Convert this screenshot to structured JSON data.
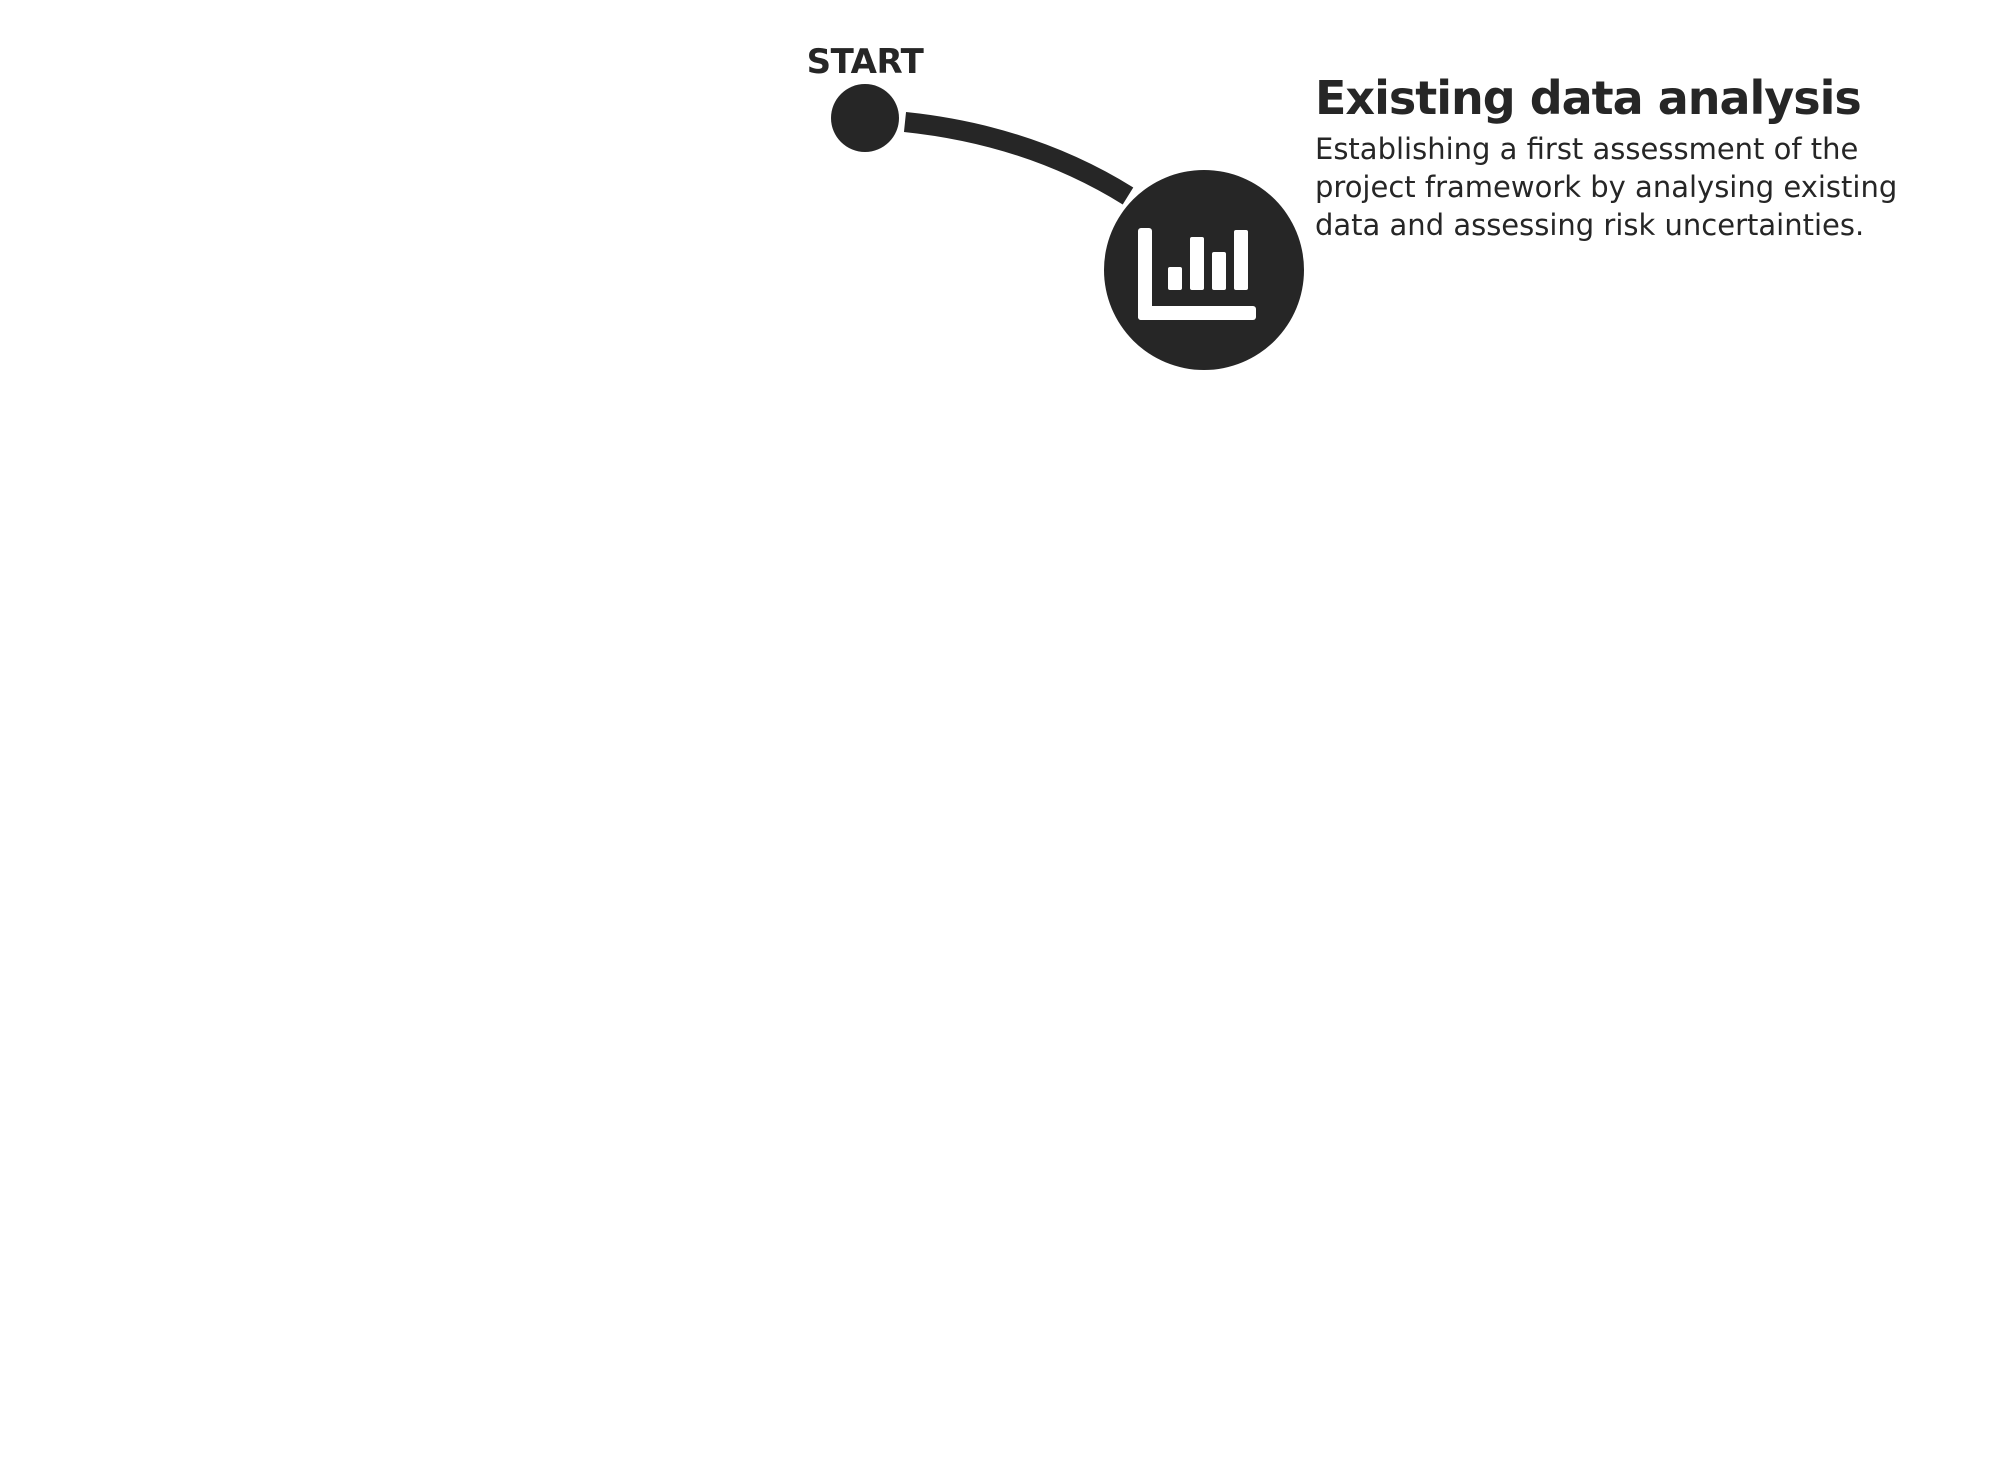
{
  "colors": {
    "primary": "#262626",
    "background": "#ffffff",
    "icon_foreground": "#ffffff"
  },
  "start": {
    "label": "START"
  },
  "step": {
    "title": "Existing data analysis",
    "description": "Establishing a first assessment of the project framework by analysing existing data and assessing risk uncertainties.",
    "icon": "bar-chart-icon"
  }
}
